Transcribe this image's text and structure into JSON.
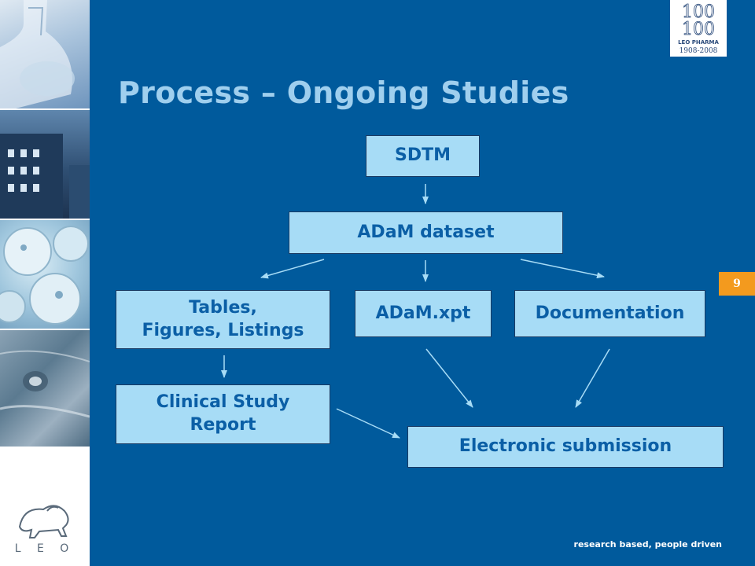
{
  "slide": {
    "title": "Process – Ongoing Studies",
    "page_number": "9",
    "tagline": "research based, people driven"
  },
  "branding": {
    "leo_letters": "L E O",
    "anniversary": {
      "top": "100",
      "bottom": "100",
      "company": "LEO PHARMA",
      "years": "1908-2008"
    }
  },
  "diagram": {
    "nodes": {
      "sdtm": "SDTM",
      "adam_dataset": "ADaM dataset",
      "tfl": "Tables,\nFigures, Listings",
      "adam_xpt": "ADaM.xpt",
      "documentation": "Documentation",
      "csr": "Clinical Study\nReport",
      "esub": "Electronic submission"
    },
    "edges": [
      {
        "from": "SDTM",
        "to": "ADaM dataset"
      },
      {
        "from": "ADaM dataset",
        "to": "Tables, Figures, Listings"
      },
      {
        "from": "ADaM dataset",
        "to": "ADaM.xpt"
      },
      {
        "from": "ADaM dataset",
        "to": "Documentation"
      },
      {
        "from": "Tables, Figures, Listings",
        "to": "Clinical Study Report"
      },
      {
        "from": "Clinical Study Report",
        "to": "Electronic submission"
      },
      {
        "from": "ADaM.xpt",
        "to": "Electronic submission"
      },
      {
        "from": "Documentation",
        "to": "Electronic submission"
      }
    ]
  },
  "colors": {
    "background": "#005a9c",
    "title": "#9fcfee",
    "box_fill": "#a7dcf6",
    "box_text": "#0b5fa6",
    "arrow": "#a7dcf6",
    "page_badge": "#f39a1e"
  }
}
